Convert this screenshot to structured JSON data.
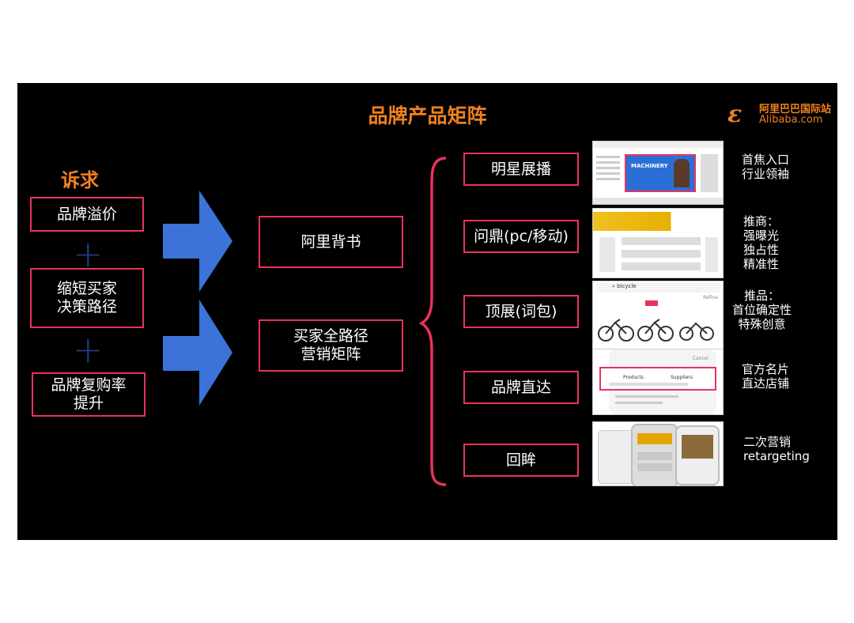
{
  "title": "品牌产品矩阵",
  "logo": {
    "cn": "阿里巴巴国际站",
    "en": "Alibaba.com",
    "mark": "ε"
  },
  "suqiu": {
    "heading": "诉求",
    "items": [
      "品牌溢价",
      "缩短买家\n决策路径",
      "品牌复购率\n提升"
    ],
    "plus": "+"
  },
  "middle": [
    "阿里背书",
    "买家全路径\n营销矩阵"
  ],
  "products": [
    {
      "label": "明星展播",
      "desc": "首焦入口\n行业领袖"
    },
    {
      "label": "问鼎(pc/移动)",
      "desc": "推商：\n强曝光\n独占性\n精准性"
    },
    {
      "label": "顶展(词包)",
      "desc": "推品：\n首位确定性\n特殊创意"
    },
    {
      "label": "品牌直达",
      "desc": "官方名片\n直达店铺"
    },
    {
      "label": "回眸",
      "desc": "二次营销\nretargeting"
    }
  ],
  "screens": {
    "s1_banner": "MACHINERY",
    "s3_search": "bicycle",
    "s3_cancel": "Refine",
    "s4_tabs": [
      "Products",
      "Suppliers"
    ],
    "s4_cancel": "Cancel"
  },
  "colors": {
    "accent": "#f0811e",
    "box": "#e8335a",
    "arrow": "#3b73d8",
    "plus": "#1f3b7a"
  }
}
